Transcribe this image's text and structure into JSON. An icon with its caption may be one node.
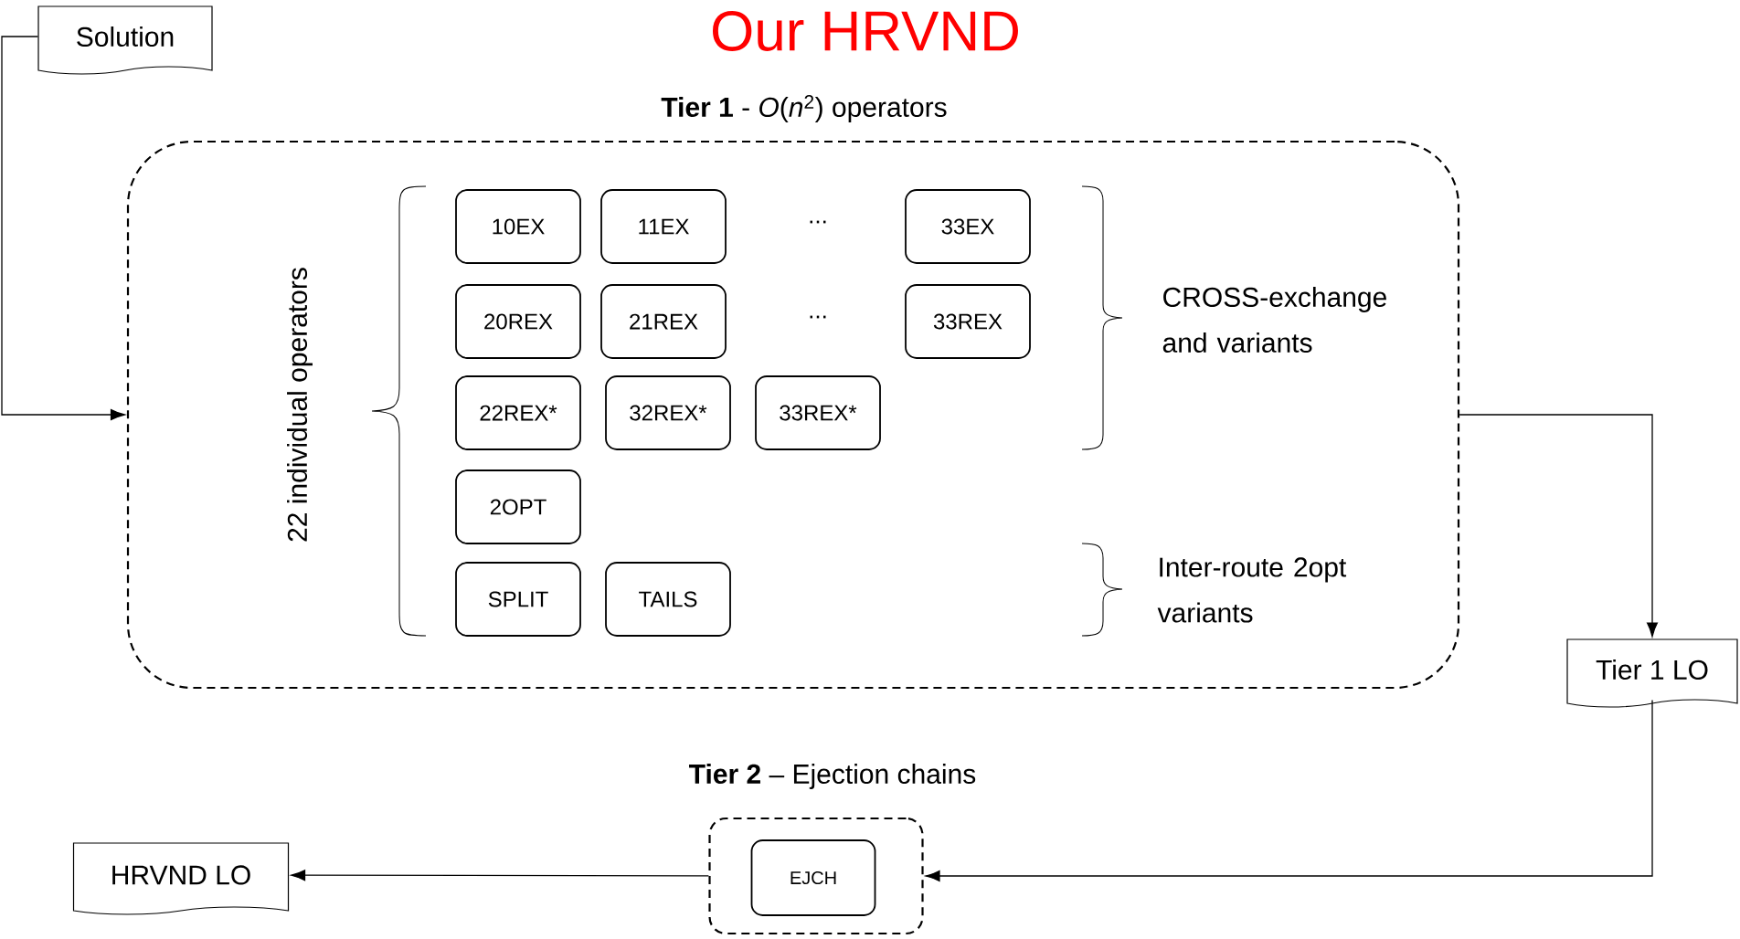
{
  "diagram": {
    "title": "Our HRVND",
    "nodes": [
      {
        "text": [
          "Solution"
        ]
      },
      {
        "text": [
          "**Tier 1** - *O*(*n*$^{2}$) operators"
        ]
      },
      {
        "text": [
          "10EX"
        ],
        "in": 1
      },
      {
        "text": [
          "11EX"
        ],
        "in": 1
      },
      {
        "text": [
          "33EX"
        ],
        "in": 1
      },
      {
        "text": [
          "20REX"
        ],
        "in": 1
      },
      {
        "text": [
          "21REX"
        ],
        "in": 1
      },
      {
        "text": [
          "33REX"
        ],
        "in": 1
      },
      {
        "text": [
          "22REX*"
        ],
        "in": 1
      },
      {
        "text": [
          "32REX*"
        ],
        "in": 1
      },
      {
        "text": [
          "33REX*"
        ],
        "in": 1
      },
      {
        "text": [
          "2OPT"
        ],
        "in": 1
      },
      {
        "text": [
          "SPLIT"
        ],
        "in": 1
      },
      {
        "text": [
          "TAILS"
        ],
        "in": 1
      },
      {
        "text": [
          "Tier 1 LO"
        ]
      },
      {
        "text": [
          "**Tier 2** – Ejection chains"
        ]
      },
      {
        "text": [
          "EJCH"
        ],
        "in": 15
      },
      {
        "text": [
          "HRVND LO"
        ]
      }
    ],
    "edges": [
      {
        "from": 0,
        "to": 1,
        "arrow": "to"
      },
      {
        "from": 1,
        "to": 14,
        "arrow": "to"
      },
      {
        "from": 14,
        "to": 15,
        "arrow": "to"
      },
      {
        "from": 15,
        "to": 17,
        "arrow": "to"
      }
    ],
    "labels": [
      "...",
      "...",
      "22 individual operators",
      "CROSS-exchange and variants",
      "Inter-route 2opt variants"
    ]
  }
}
